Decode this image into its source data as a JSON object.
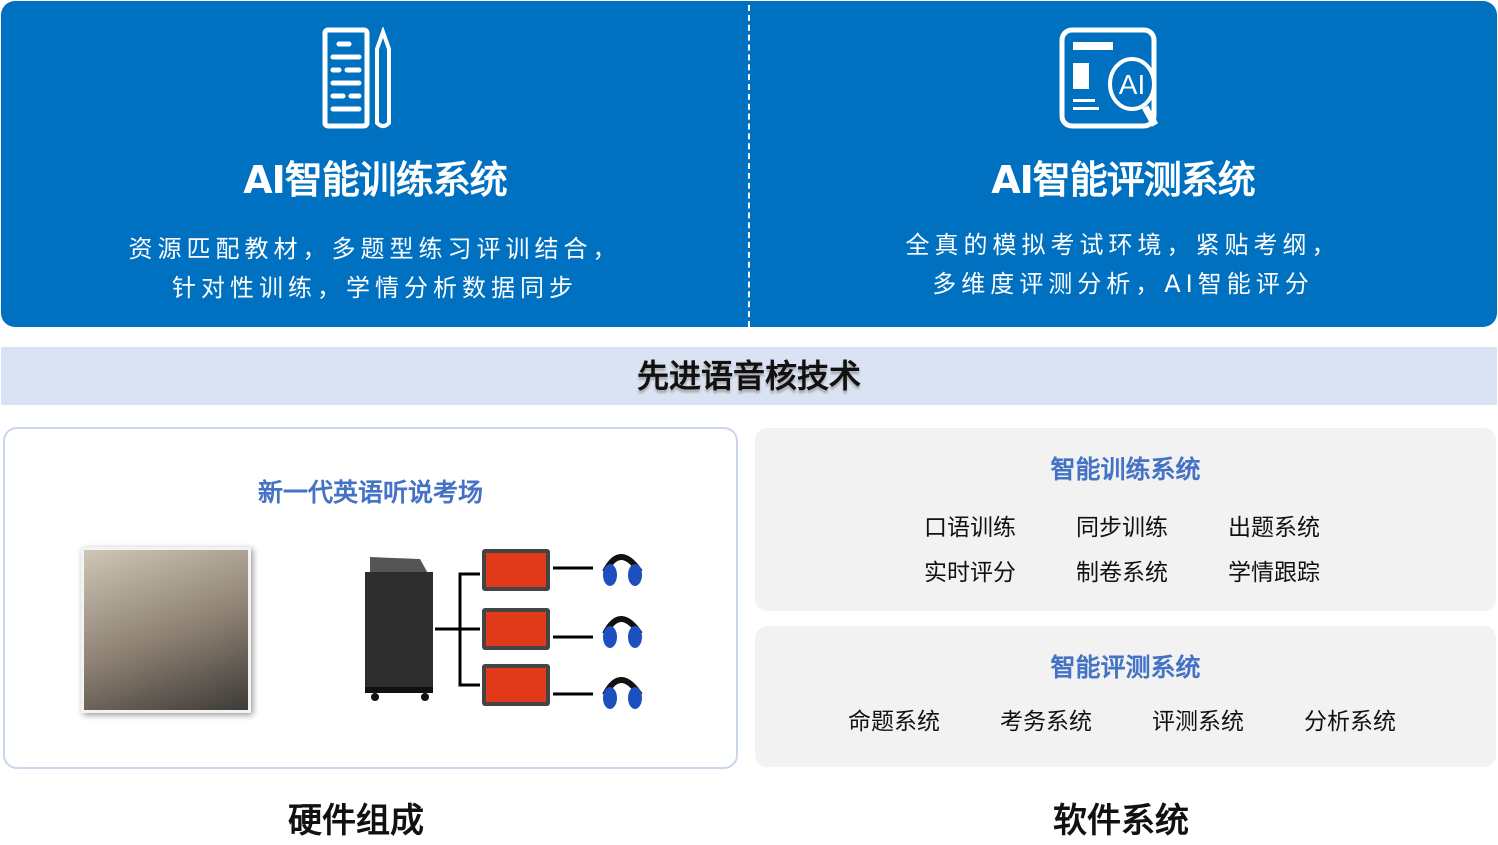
{
  "top": {
    "left": {
      "title": "AI智能训练系统",
      "line1": "资源匹配教材，多题型练习评训结合，",
      "line2": "针对性训练，学情分析数据同步",
      "icon": "document-pencil-icon"
    },
    "right": {
      "title": "AI智能评测系统",
      "line1": "全真的模拟考试环境，紧贴考纲，",
      "line2": "多维度评测分析，AI智能评分",
      "icon": "ai-document-magnifier-icon",
      "icon_text": "AI"
    }
  },
  "band": "先进语音核技术",
  "hardware": {
    "title": "新一代英语听说考场",
    "caption": "硬件组成"
  },
  "software": {
    "training": {
      "title": "智能训练系统",
      "items": [
        "口语训练",
        "同步训练",
        "出题系统",
        "实时评分",
        "制卷系统",
        "学情跟踪"
      ]
    },
    "testing": {
      "title": "智能评测系统",
      "items": [
        "命题系统",
        "考务系统",
        "评测系统",
        "分析系统"
      ]
    },
    "caption": "软件系统"
  },
  "colors": {
    "primary": "#0070C0",
    "band": "#DAE3F3",
    "accent": "#4472C4",
    "panel": "#F2F2F2"
  }
}
